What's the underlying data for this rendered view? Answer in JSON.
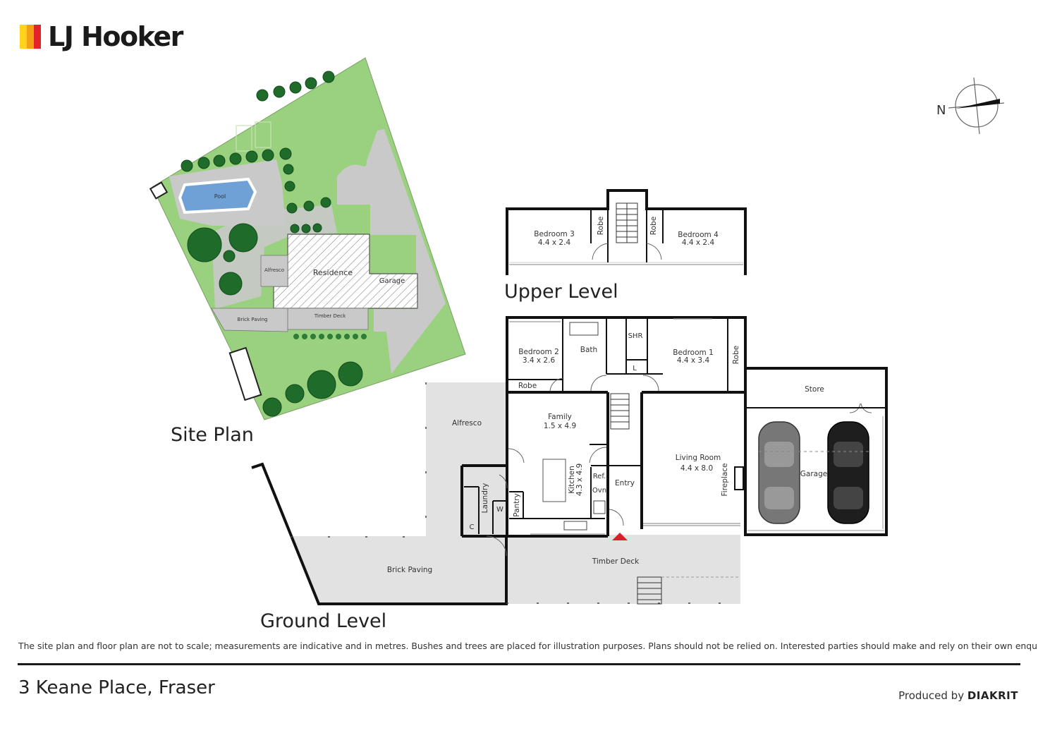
{
  "brand": {
    "name": "LJ Hooker",
    "colors": [
      "#e3232b",
      "#f5a014",
      "#ffd21e"
    ],
    "logo_icon": "lj-hooker-bars-icon"
  },
  "compass": {
    "north_label": "N",
    "icon": "compass-icon"
  },
  "site_plan": {
    "title": "Site Plan",
    "labels": {
      "pool": "Pool",
      "alfresco": "Alfresco",
      "residence": "Residence",
      "garage": "Garage",
      "brick_paving": "Brick Paving",
      "timber_deck": "Timber Deck"
    }
  },
  "upper_level": {
    "title": "Upper Level",
    "rooms": {
      "bedroom3": {
        "name": "Bedroom 3",
        "dims": "4.4 x 2.4"
      },
      "bedroom4": {
        "name": "Bedroom 4",
        "dims": "4.4 x 2.4"
      },
      "robe": "Robe"
    }
  },
  "ground_level": {
    "title": "Ground Level",
    "rooms": {
      "bedroom2": {
        "name": "Bedroom 2",
        "dims": "3.4 x 2.6"
      },
      "bedroom1": {
        "name": "Bedroom 1",
        "dims": "4.4 x 3.4"
      },
      "bath": "Bath",
      "shr": "SHR",
      "l": "L",
      "robe": "Robe",
      "family": {
        "name": "Family",
        "dims": "1.5 x 4.9"
      },
      "kitchen": {
        "name": "Kitchen",
        "dims": "4.3 x 4.9"
      },
      "living": {
        "name": "Living Room",
        "dims": "4.4 x 8.0"
      },
      "entry": "Entry",
      "laundry": "Laundry",
      "pantry": "Pantry",
      "w": "W",
      "c": "C",
      "ref": "Ref.",
      "ovn": "Ovn",
      "fireplace": "Fireplace",
      "store": "Store",
      "garage": "Garage",
      "alfresco": "Alfresco",
      "brick_paving": "Brick Paving",
      "timber_deck": "Timber Deck"
    }
  },
  "footer": {
    "disclaimer": "The site plan and floor plan are not to scale; measurements are indicative and in metres. Bushes and trees are placed for illustration purposes. Plans should not be relied on. Interested parties should make and rely on their own enquiries.",
    "address": "3 Keane Place, Fraser",
    "produced_by": "Produced by",
    "producer": "DIAKRIT"
  }
}
